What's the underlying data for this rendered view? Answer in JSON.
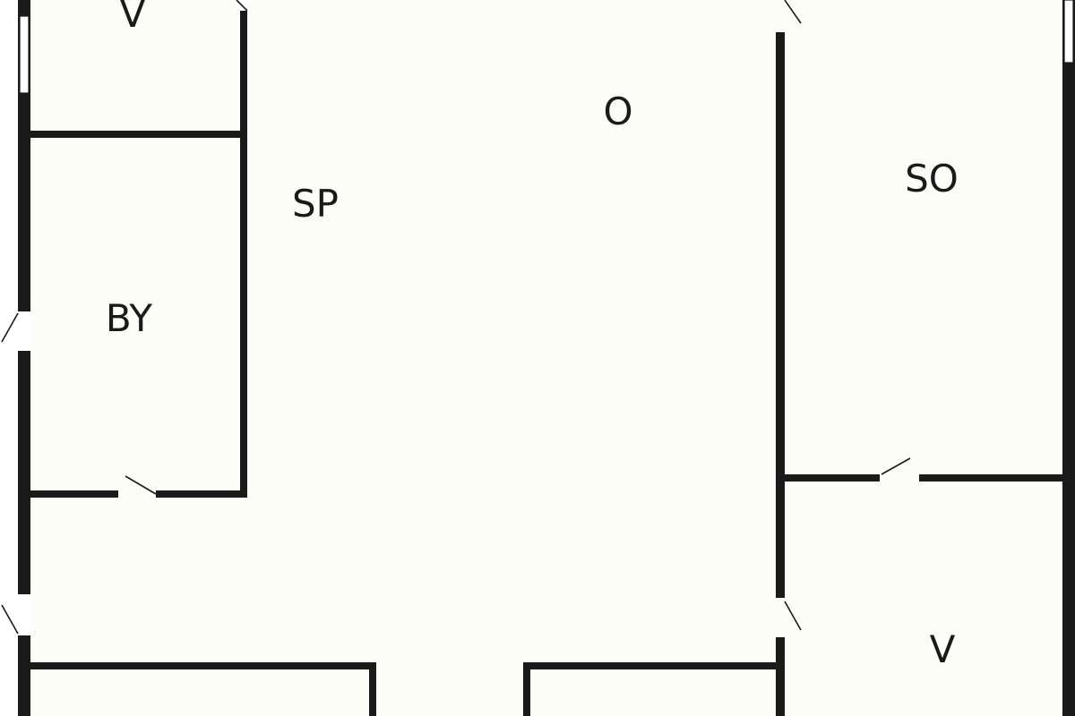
{
  "colors": {
    "floor": "#fdfdf7",
    "wall": "#1a1a1a",
    "background": "#ffffff"
  },
  "rooms": [
    {
      "id": "v-top",
      "label": "V"
    },
    {
      "id": "sp",
      "label": "SP"
    },
    {
      "id": "o",
      "label": "O"
    },
    {
      "id": "so",
      "label": "SO"
    },
    {
      "id": "by",
      "label": "BY"
    },
    {
      "id": "v-bottom",
      "label": "V"
    }
  ]
}
